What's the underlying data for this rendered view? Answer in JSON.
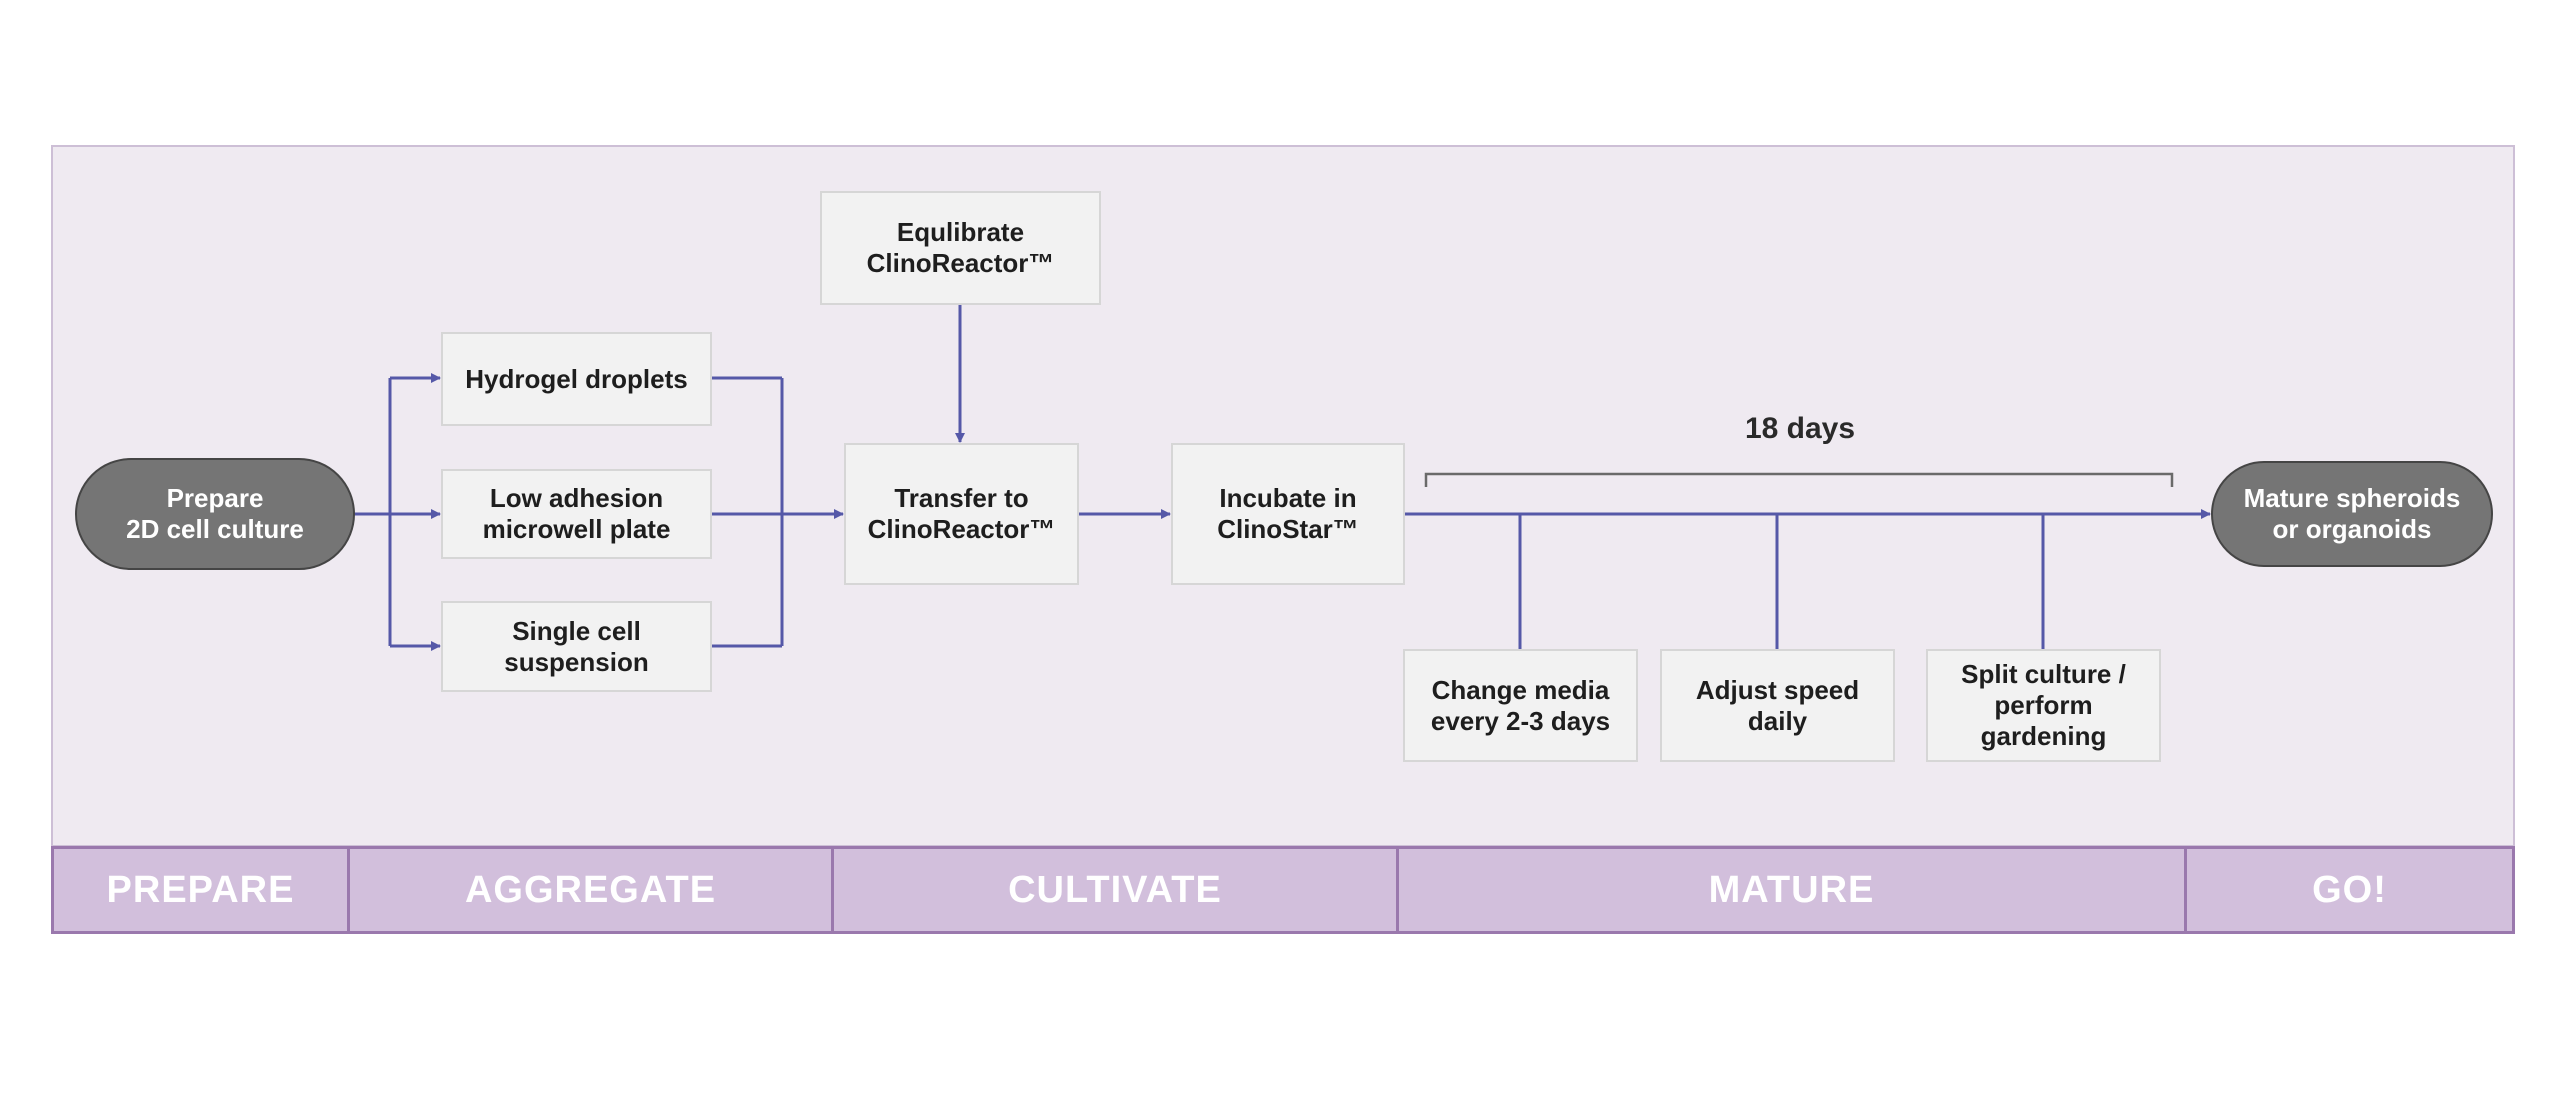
{
  "nodes": {
    "prepare": "Prepare\n2D cell culture",
    "hydrogel": "Hydrogel droplets",
    "low_adhesion": "Low adhesion\nmicrowell plate",
    "single_cell": "Single cell\nsuspension",
    "equilibrate": "Equlibrate\nClinoReactor™",
    "transfer": "Transfer to\nClinoReactor™",
    "incubate": "Incubate in\nClinoStar™",
    "change_media": "Change media\nevery 2-3 days",
    "adjust_speed": "Adjust speed\ndaily",
    "split_culture": "Split culture /\nperform\ngardening",
    "mature": "Mature spheroids\nor organoids"
  },
  "duration_label": "18 days",
  "phases": [
    "PREPARE",
    "AGGREGATE",
    "CULTIVATE",
    "MATURE",
    "GO!"
  ],
  "colors": {
    "arrow": "#5558a8",
    "panel": "#efeaf1",
    "phase_bar": "#d2bfdc",
    "phase_border": "#9a78ad",
    "pill": "#757575",
    "box": "#f2f2f2"
  }
}
